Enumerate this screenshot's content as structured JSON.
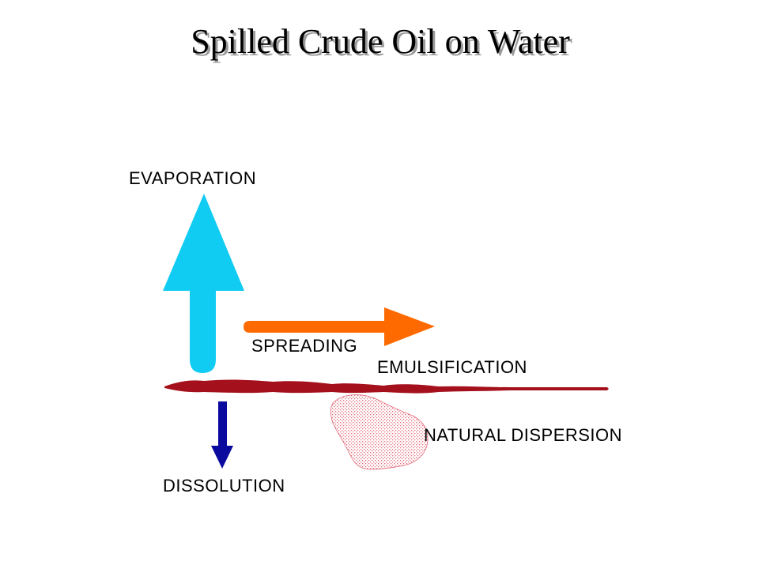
{
  "title": "Spilled Crude Oil on Water",
  "labels": {
    "evaporation": "EVAPORATION",
    "spreading": "SPREADING",
    "emulsification": "EMULSIFICATION",
    "natural_dispersion": "NATURAL DISPERSION",
    "dissolution": "DISSOLUTION"
  },
  "colors": {
    "evaporation": "#11CCF2",
    "spreading": "#FF6A00",
    "oil_slick": "#A4111C",
    "dispersion": "#E26A78",
    "dissolution": "#0A0A9E",
    "text": "#000000"
  }
}
